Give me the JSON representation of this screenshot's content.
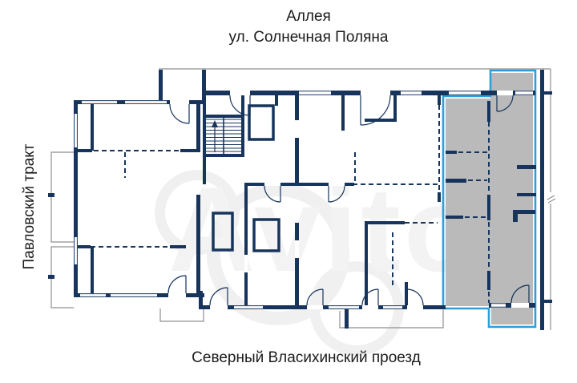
{
  "streets": {
    "top_line1": "Аллея",
    "top_line2": "ул. Солнечная Поляна",
    "left": "Павловский тракт",
    "bottom": "Северный Власихинский проезд"
  },
  "watermark": {
    "text": "Avito"
  },
  "plan": {
    "wall_color": "#17355c",
    "thin_line_color": "#8f8f8f",
    "selected_apartment": {
      "fill": "#bababa",
      "outline": "#2e9fd9",
      "location": "right side of building"
    }
  }
}
